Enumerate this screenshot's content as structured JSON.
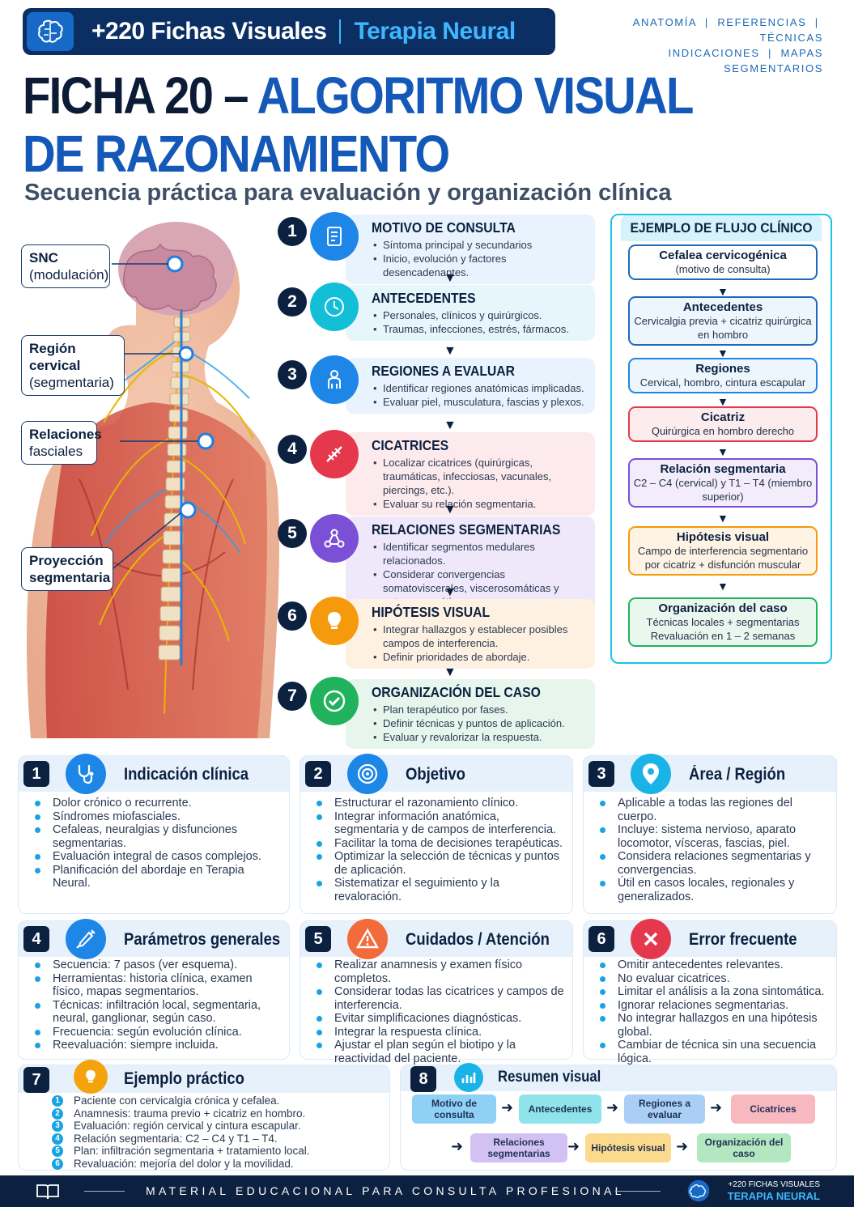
{
  "header": {
    "brand": "+220 Fichas Visuales",
    "series": "Terapia Neural",
    "nav": [
      "ANATOMÍA",
      "REFERENCIAS",
      "TÉCNICAS",
      "INDICACIONES",
      "MAPAS SEGMENTARIOS"
    ]
  },
  "title": {
    "part1": "FICHA 20 – ",
    "part2": "ALGORITMO VISUAL",
    "part3": "DE RAZONAMIENTO",
    "subtitle": "Secuencia práctica para evaluación y organización clínica"
  },
  "callouts": [
    {
      "line1": "SNC",
      "line2": "(modulación)"
    },
    {
      "line1": "Región cervical",
      "line2": "(segmentaria)"
    },
    {
      "line1": "Relaciones",
      "line2": "fasciales"
    },
    {
      "line1": "Proyección",
      "line2": "segmentaria"
    }
  ],
  "steps": [
    {
      "num": "1",
      "title": "MOTIVO DE CONSULTA",
      "items": [
        "Síntoma principal y secundarios",
        "Inicio, evolución y factores desencadenantes."
      ]
    },
    {
      "num": "2",
      "title": "ANTECEDENTES",
      "items": [
        "Personales, clínicos y quirúrgicos.",
        "Traumas, infecciones, estrés, fármacos."
      ]
    },
    {
      "num": "3",
      "title": "REGIONES A EVALUAR",
      "items": [
        "Identificar regiones anatómicas implicadas.",
        "Evaluar piel, musculatura, fascias y plexos."
      ]
    },
    {
      "num": "4",
      "title": "CICATRICES",
      "items": [
        "Localizar cicatrices (quirúrgicas, traumáticas, infecciosas, vacunales, piercings, etc.).",
        "Evaluar su relación segmentaria."
      ]
    },
    {
      "num": "5",
      "title": "RELACIONES SEGMENTARIAS",
      "items": [
        "Identificar segmentos medulares relacionados.",
        "Considerar convergencias somatoviscerales, viscerosomáticas y cutaneosomáticas."
      ]
    },
    {
      "num": "6",
      "title": "HIPÓTESIS VISUAL",
      "items": [
        "Integrar hallazgos y establecer posibles campos de interferencia.",
        "Definir prioridades de abordaje."
      ]
    },
    {
      "num": "7",
      "title": "ORGANIZACIÓN DEL CASO",
      "items": [
        "Plan terapéutico por fases.",
        "Definir técnicas y puntos de aplicación.",
        "Evaluar y revalorizar la respuesta."
      ]
    }
  ],
  "flow": {
    "title": "EJEMPLO DE FLUJO CLÍNICO",
    "boxes": [
      {
        "title": "Cefalea cervicogénica",
        "text": "(motivo de consulta)"
      },
      {
        "title": "Antecedentes",
        "text": "Cervicalgia previa + cicatriz quirúrgica en hombro"
      },
      {
        "title": "Regiones",
        "text": "Cervical, hombro, cintura escapular"
      },
      {
        "title": "Cicatriz",
        "text": "Quirúrgica en hombro derecho"
      },
      {
        "title": "Relación segmentaria",
        "text": "C2 – C4 (cervical) y T1 – T4 (miembro superior)"
      },
      {
        "title": "Hipótesis visual",
        "text": "Campo de interferencia segmentario por cicatriz + disfunción muscular"
      },
      {
        "title": "Organización del caso",
        "text": "Técnicas locales + segmentarias Revaluación en 1 – 2 semanas"
      }
    ]
  },
  "cards": [
    {
      "num": "1",
      "title": "Indicación clínica",
      "items": [
        "Dolor crónico o recurrente.",
        "Síndromes miofasciales.",
        "Cefaleas, neuralgias y disfunciones segmentarias.",
        "Evaluación integral de casos complejos.",
        "Planificación del abordaje en Terapia Neural."
      ]
    },
    {
      "num": "2",
      "title": "Objetivo",
      "items": [
        "Estructurar el razonamiento clínico.",
        "Integrar información anatómica, segmentaria y de campos de interferencia.",
        "Facilitar la toma de decisiones terapéuticas.",
        "Optimizar la selección de técnicas y puntos de aplicación.",
        "Sistematizar el seguimiento y la revaloración."
      ]
    },
    {
      "num": "3",
      "title": "Área / Región",
      "items": [
        "Aplicable a todas las regiones del cuerpo.",
        "Incluye: sistema nervioso, aparato locomotor, vísceras, fascias, piel.",
        "Considera relaciones segmentarias y convergencias.",
        "Útil en casos locales, regionales y generalizados."
      ]
    },
    {
      "num": "4",
      "title": "Parámetros generales",
      "items": [
        "Secuencia: 7 pasos (ver esquema).",
        "Herramientas: historia clínica, examen físico, mapas segmentarios.",
        "Técnicas: infiltración local, segmentaria, neural, ganglionar, según caso.",
        "Frecuencia: según evolución clínica.",
        "Reevaluación: siempre incluida."
      ]
    },
    {
      "num": "5",
      "title": "Cuidados / Atención",
      "items": [
        "Realizar anamnesis y examen físico completos.",
        "Considerar todas las cicatrices y campos de interferencia.",
        "Evitar simplificaciones diagnósticas.",
        "Integrar la respuesta clínica.",
        "Ajustar el plan según el biotipo y la reactividad del paciente."
      ]
    },
    {
      "num": "6",
      "title": "Error frecuente",
      "items": [
        "Omitir antecedentes relevantes.",
        "No evaluar cicatrices.",
        "Limitar el análisis a la zona sintomática.",
        "Ignorar relaciones segmentarias.",
        "No integrar hallazgos en una hipótesis global.",
        "Cambiar de técnica sin una secuencia lógica."
      ]
    }
  ],
  "example": {
    "num": "7",
    "title": "Ejemplo práctico",
    "items": [
      "Paciente con cervicalgia crónica y cefalea.",
      "Anamnesis: trauma previo + cicatriz en hombro.",
      "Evaluación: región cervical y cintura escapular.",
      "Relación segmentaria: C2 – C4 y T1 – T4.",
      "Plan: infiltración segmentaria + tratamiento local.",
      "Revaluación: mejoría del dolor y la movilidad."
    ]
  },
  "summary": {
    "num": "8",
    "title": "Resumen visual",
    "items": [
      "Motivo de consulta",
      "Antecedentes",
      "Regiones a evaluar",
      "Cicatrices",
      "Relaciones segmentarias",
      "Hipótesis visual",
      "Organización del caso"
    ]
  },
  "footer": {
    "text": "MATERIAL EDUCACIONAL PARA CONSULTA PROFESIONAL",
    "brand1": "+220 FICHAS VISUALES",
    "brand2": "TERAPIA NEURAL"
  },
  "colors": {
    "navy": "#0c2140",
    "blue": "#1559b8",
    "cyan": "#19c3ea"
  }
}
